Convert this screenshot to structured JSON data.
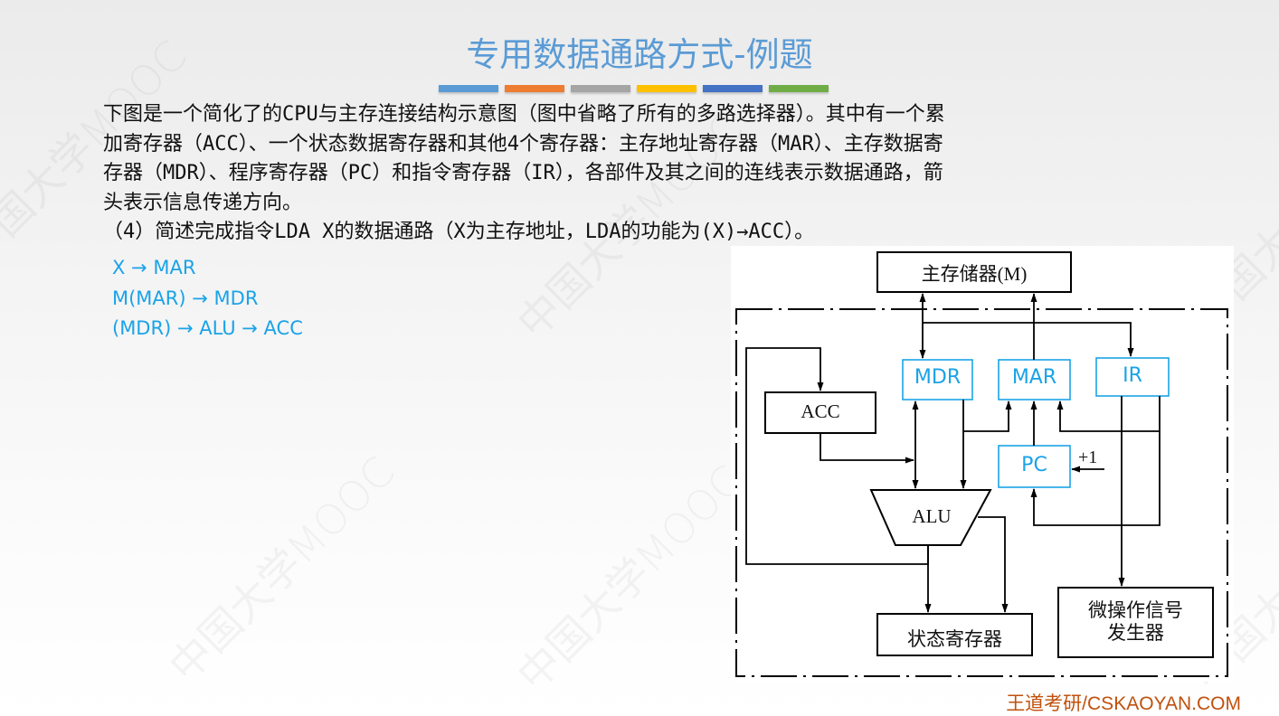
{
  "slide": {
    "title": "专用数据通路方式-例题",
    "title_color": "#5b9bd5",
    "decor_bars": [
      "#5b9bd5",
      "#ed7d31",
      "#a5a5a5",
      "#ffc000",
      "#4472c4",
      "#70ad47"
    ],
    "watermark": "中国大学MOOC"
  },
  "question": {
    "lines": [
      "下图是一个简化了的CPU与主存连接结构示意图（图中省略了所有的多路选择器）。其中有一个累",
      "加寄存器（ACC）、一个状态数据寄存器和其他4个寄存器：主存地址寄存器（MAR）、主存数据寄",
      "存器（MDR）、程序寄存器（PC）和指令寄存器（IR），各部件及其之间的连线表示数据通路，箭",
      "头表示信息传递方向。",
      "（4）简述完成指令LDA X的数据通路（X为主存地址，LDA的功能为(X)→ACC）。"
    ]
  },
  "answer": {
    "color": "#1aa3e8",
    "steps": [
      "X → MAR",
      "M(MAR) → MDR",
      "(MDR) → ALU → ACC"
    ]
  },
  "diagram": {
    "main_memory": "主存储器(M)",
    "mdr": "MDR",
    "mar": "MAR",
    "ir": "IR",
    "acc": "ACC",
    "pc": "PC",
    "plus_one": "+1",
    "alu": "ALU",
    "status_register": "状态寄存器",
    "micro_op_line1": "微操作信号",
    "micro_op_line2": "发生器"
  },
  "footer": {
    "brand": "王道考研/CSKAOYAN.COM",
    "color": "#c0510d"
  }
}
